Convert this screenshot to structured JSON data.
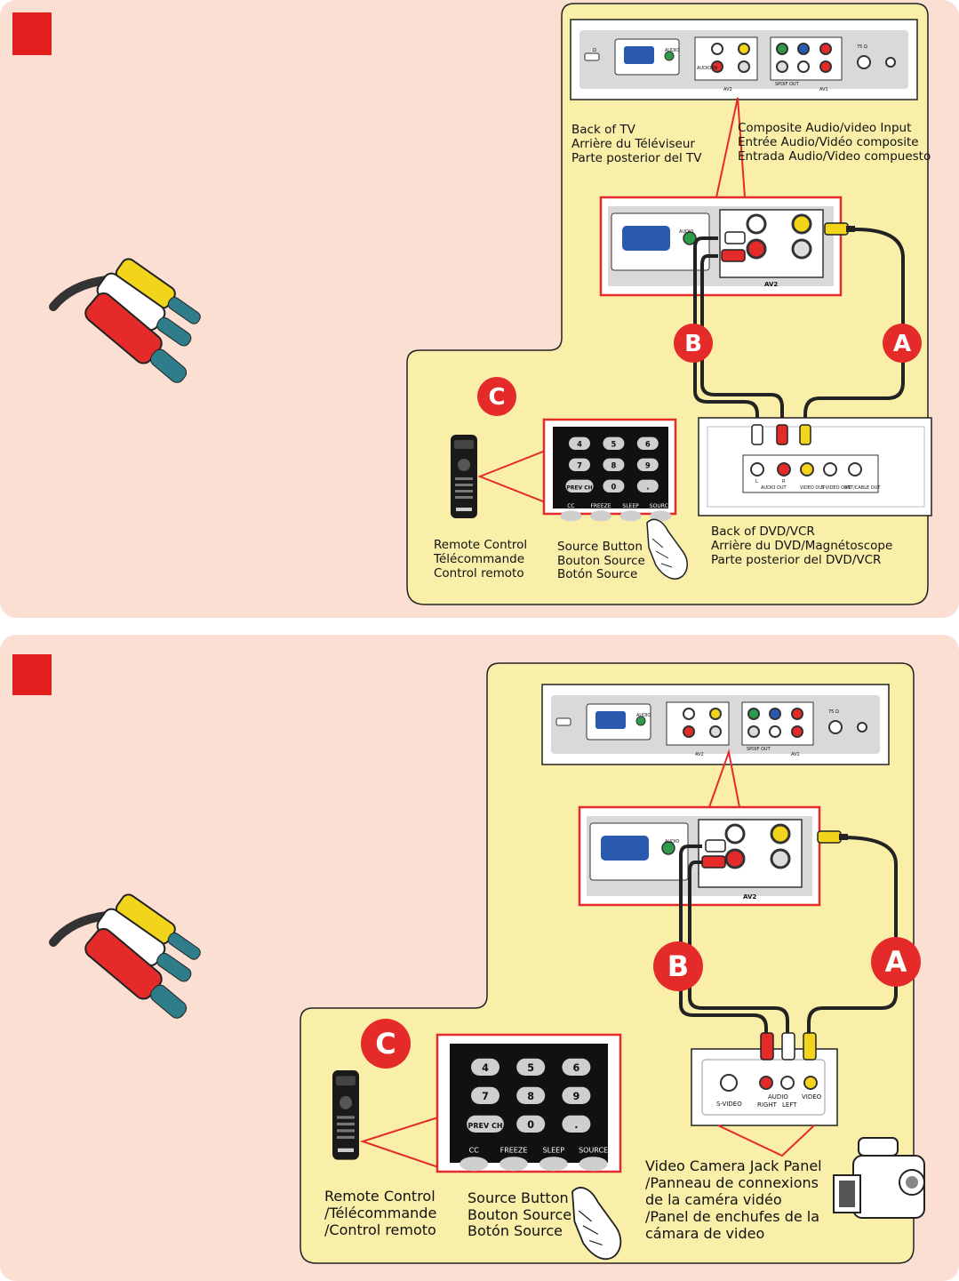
{
  "colors": {
    "panel_bg": "#fbdfd3",
    "area_bg": "#faefa8",
    "red": "#e52b2a",
    "yellow": "#f2d41a",
    "green": "#2f9a48",
    "blue": "#2a59b0",
    "cable": "#222222",
    "step_square": "#e31e1e"
  },
  "panel1": {
    "tv_back_labels": [
      "Back of TV",
      "Arrière du Téléviseur",
      "Parte posterior del TV"
    ],
    "composite_labels": [
      "Composite Audio/video Input",
      "Entrée Audio/Vidéo composite",
      "Entrada Audio/Video compuesto"
    ],
    "dvd_back_labels": [
      "Back of DVD/VCR",
      "Arrière du DVD/Magnétoscope",
      "Parte posterior del DVD/VCR"
    ],
    "remote_labels": [
      "Remote Control",
      "Télécommande",
      "Control remoto"
    ],
    "source_labels": [
      "Source Button",
      "Bouton Source",
      "Botón Source"
    ],
    "badges": {
      "a": "A",
      "b": "B",
      "c": "C"
    },
    "dvd_jacks": {
      "l": "L",
      "r": "R",
      "audio_out": "AUDIO OUT",
      "video_out": "VIDEO OUT",
      "svideo_out": "S-VIDEO OUT",
      "antenna_out": "ANT/CABLE OUT"
    }
  },
  "panel2": {
    "camera_labels": [
      "Video Camera Jack Panel",
      "/Panneau de connexions",
      "de la caméra vidéo",
      "/Panel de enchufes de la",
      "cámara de video"
    ],
    "remote_labels": [
      "Remote Control",
      "/Télécommande",
      "/Control remoto"
    ],
    "source_labels": [
      "Source Button",
      "Bouton Source",
      "Botón Source"
    ],
    "badges": {
      "a": "A",
      "b": "B",
      "c": "C"
    },
    "cam_jacks": {
      "svideo": "S-VIDEO",
      "audio": "AUDIO",
      "right": "RIGHT",
      "left": "LEFT",
      "video": "VIDEO"
    }
  },
  "tv_panel": {
    "audio": "AUDIO",
    "audio_in": "AUDIO IN",
    "av2": "AV2",
    "av1": "AV1",
    "spdif_out": "SPDIF OUT",
    "ohm": "75 Ω"
  },
  "keypad": {
    "row1": [
      "4",
      "5",
      "6"
    ],
    "row2": [
      "7",
      "8",
      "9"
    ],
    "row3": [
      "PREV CH",
      "0",
      "."
    ],
    "func": [
      "CC",
      "FREEZE",
      "SLEEP",
      "SOURCE"
    ]
  }
}
